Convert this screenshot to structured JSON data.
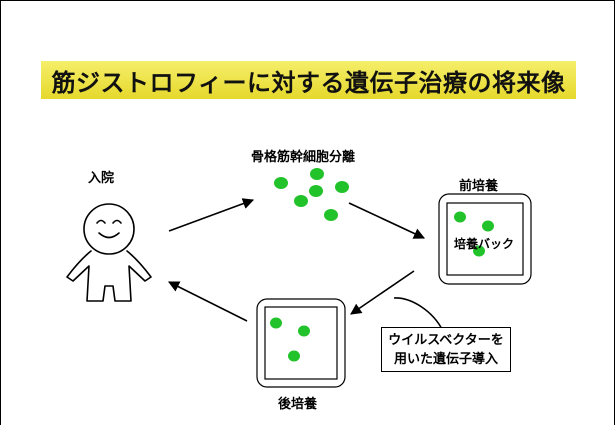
{
  "title": "筋ジストロフィーに対する遺伝子治療の将来像",
  "labels": {
    "hospital": "入院",
    "stem_cell": "骨格筋幹細胞分離",
    "pre_culture": "前培養",
    "culture_bag": "培養バック",
    "post_culture": "後培養"
  },
  "callout": {
    "line1": "ウイルスベクターを",
    "line2": "用いた遺伝子導入"
  },
  "colors": {
    "title_bg": "#eee23e",
    "cell": "#22c22a",
    "line": "#000000"
  },
  "icons": [
    "person-icon",
    "cell-icon",
    "culture-bag-icon",
    "arrow-icon"
  ]
}
